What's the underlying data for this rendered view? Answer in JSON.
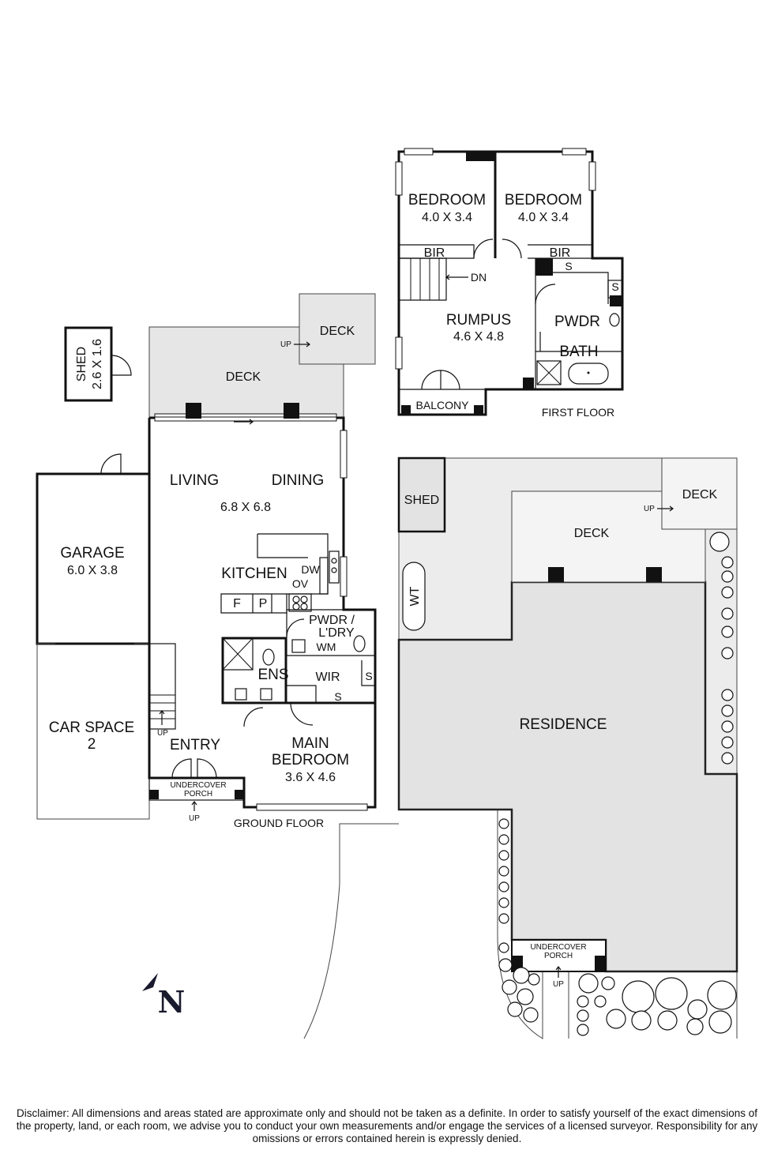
{
  "rooms": {
    "shed_small": {
      "name": "SHED",
      "size": "2.6 X 1.6"
    },
    "deck_ground": "DECK",
    "deck_upper": "DECK",
    "garage": {
      "name": "GARAGE",
      "size": "6.0 X 3.8"
    },
    "living": "LIVING",
    "dining": "DINING",
    "living_size": "6.8 X 6.8",
    "kitchen": "KITCHEN",
    "dw": "DW",
    "ov": "OV",
    "fridge": "F",
    "pantry": "P",
    "pwdr_ldry_1": "PWDR /",
    "pwdr_ldry_2": "L'DRY",
    "wm": "WM",
    "ens": "ENS",
    "wir": "WIR",
    "s_wir_1": "S",
    "s_wir_2": "S",
    "car_space_1": "CAR SPACE",
    "car_space_2": "2",
    "entry": "ENTRY",
    "main_bed_1": "MAIN",
    "main_bed_2": "BEDROOM",
    "main_bed_size": "3.6 X 4.6",
    "porch_1": "UNDERCOVER",
    "porch_2": "PORCH",
    "bedroom1": {
      "name": "BEDROOM",
      "size": "4.0 X 3.4"
    },
    "bedroom2": {
      "name": "BEDROOM",
      "size": "4.0 X 3.4"
    },
    "bir1": "BIR",
    "bir2": "BIR",
    "s_ff_1": "S",
    "s_ff_2": "S",
    "dn": "DN",
    "rumpus": {
      "name": "RUMPUS",
      "size": "4.6 X 4.8"
    },
    "pwdr_ff": "PWDR",
    "bath": "BATH",
    "balcony": "BALCONY",
    "shed_res": "SHED",
    "deck_res_upper": "DECK",
    "deck_res_lower": "DECK",
    "wt": "WT",
    "residence": "RESIDENCE",
    "porch_res_1": "UNDERCOVER",
    "porch_res_2": "PORCH"
  },
  "labels": {
    "first_floor": "FIRST FLOOR",
    "ground_floor": "GROUND FLOOR",
    "up": "UP",
    "north": "N"
  },
  "disclaimer": "Disclaimer: All dimensions and areas stated are approximate only and should not be taken as a definite. In order to satisfy yourself of the exact dimensions of the property, land, or each room, we advise you to conduct your own measurements and/or engage the services of a licensed surveyor. Responsibility for any omissions or errors contained herein is expressly denied."
}
